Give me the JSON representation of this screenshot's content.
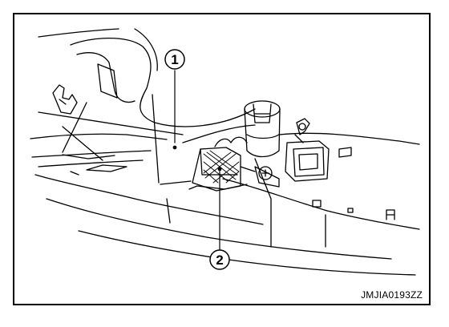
{
  "figure": {
    "code": "JMJIA0193ZZ"
  },
  "callouts": [
    {
      "id": "1",
      "label": "1"
    },
    {
      "id": "2",
      "label": "2"
    }
  ],
  "colors": {
    "line": "#000000",
    "background": "#ffffff"
  }
}
